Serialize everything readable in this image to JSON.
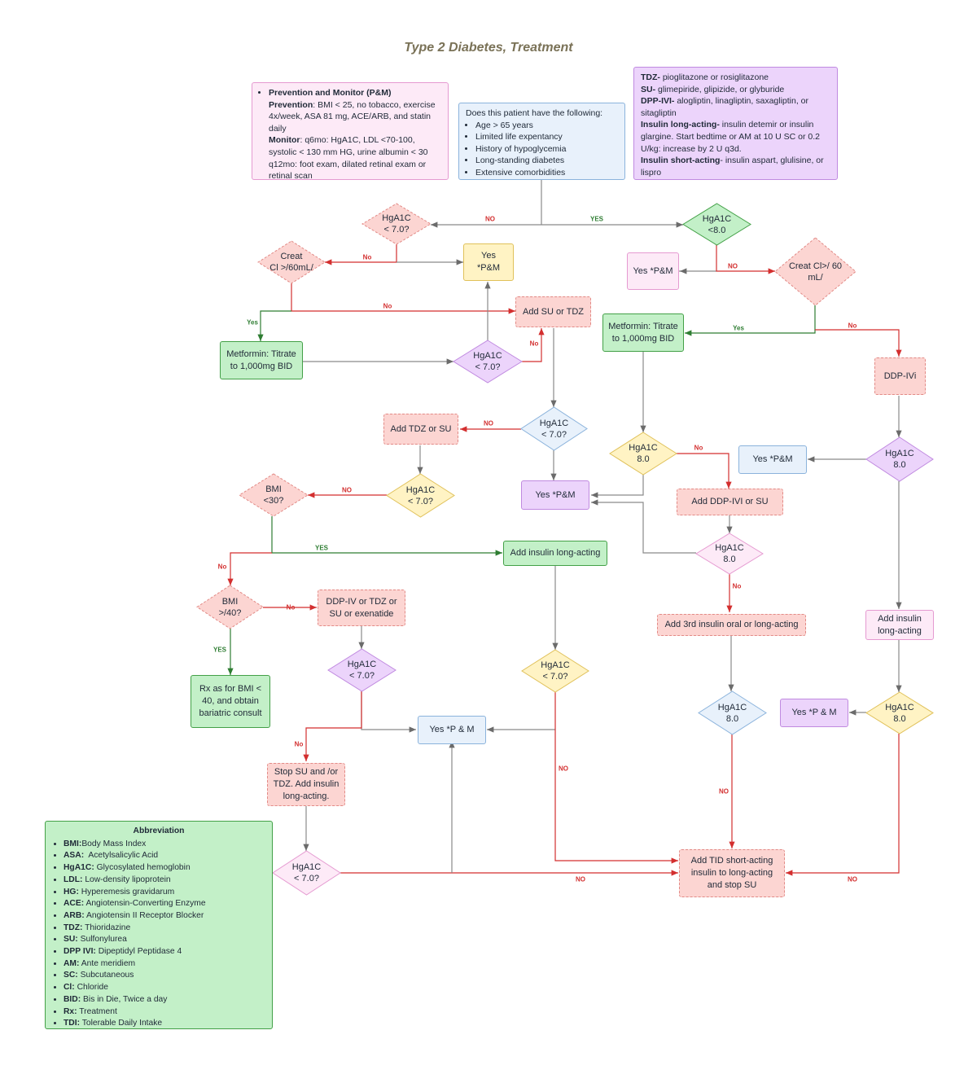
{
  "title": "Type 2 Diabetes, Treatment",
  "prevention_monitor": {
    "heading": "Prevention and Monitor (P&M)",
    "prevention_label": "Prevention",
    "prevention_text": ": BMI < 25, no tobacco, exercise 4x/week, ASA 81 mg, ACE/ARB, and statin daily",
    "monitor_label": "Monitor",
    "monitor_text": ": q6mo: HgA1C, LDL <70-100, systolic < 130 mm HG, urine albumin < 30 q12mo: foot exam, dilated retinal exam or retinal scan"
  },
  "patient_question": {
    "intro": "Does this patient have the following:",
    "items": [
      "Age > 65 years",
      "Limited life expentancy",
      "History of hypoglycemia",
      "Long-standing diabetes",
      "Extensive comorbidities"
    ]
  },
  "drug_legend": {
    "tdz_label": "TDZ-",
    "tdz_text": " pioglitazone or rosiglitazone",
    "su_label": "SU-",
    "su_text": " glimepiride, glipizide, or glyburide",
    "dpp_label": "DPP-IVI-",
    "dpp_text": " alogliptin, linagliptin, saxagliptin, or sitagliptin",
    "long_label": "Insulin long-acting-",
    "long_text": " insulin detemir or insulin glargine. Start bedtime or AM at 10 U SC or 0.2 U/kg: increase by 2 U q3d.",
    "short_label": "Insulin short-acting",
    "short_text": "- insulin aspart, glulisine, or lispro"
  },
  "nodes": {
    "d_left_top": "HgA1C\n< 7.0?",
    "d_right_top": "HgA1C\n<8.0",
    "d_creat_left": "Creat\nCl >/60mL/",
    "yes_pm_1": "Yes *P&M",
    "yes_pm_right": "Yes *P&M",
    "d_creat_right": "Creat Cl>/ 60\nmL/",
    "add_su_tdz": "Add SU or TDZ",
    "metformin_left": "Metformin: Titrate to 1,000mg BID",
    "metformin_right": "Metformin: Titrate to 1,000mg BID",
    "d_purple_mid": "HgA1C\n< 7.0?",
    "ddp_ivi": "DDP-IVi",
    "add_tdz_su": "Add TDZ or SU",
    "d_blue_mid": "HgA1C\n< 7.0?",
    "d_yellow_right": "HgA1C\n8.0",
    "yes_pm_blue_right": "Yes *P&M",
    "d_purple_right": "HgA1C\n8.0",
    "d_bmi30": "BMI\n<30?",
    "d_yellow_left": "HgA1C\n< 7.0?",
    "yes_pm_purple_center": "Yes *P&M",
    "add_ddp_su": "Add DDP-IVI or SU",
    "d_pink_center": "HgA1C\n8.0",
    "add_insulin_long_green": "Add insulin long-acting",
    "d_bmi40": "BMI\n>/40?",
    "ddp_tdz_su_exenatide": "DDP-IV or TDZ or SU or exenatide",
    "add_3rd_insulin": "Add 3rd insulin oral or long-acting",
    "add_insulin_long_pink": "Add insulin long-acting",
    "rx_bmi": "Rx as for BMI < 40, and obtain bariatric consult",
    "d_purple_lower": "HgA1C\n< 7.0?",
    "d_yellow_center": "HgA1C\n< 7.0?",
    "d_blue_right_lower": "HgA1C\n8.0",
    "yes_pm_purple_lower": "Yes *P & M",
    "d_yellow_right_lower": "HgA1C\n8.0",
    "yes_pm_blue_lower": "Yes *P & M",
    "stop_su_tdz": "Stop SU and /or TDZ. Add insulin long-acting.",
    "d_pink_bottom": "HgA1C\n< 7.0?",
    "add_tid": "Add TID short-acting insulin to long-acting and stop SU"
  },
  "edge_labels": {
    "no_top": "NO",
    "yes_top": "YES",
    "no_creat_left": "No",
    "no_right_a": "NO",
    "no_add_su": "No",
    "yes_left": "Yes",
    "no_purple": "No",
    "yes_right": "Yes",
    "no_ddp": "No",
    "no_tdz": "NO",
    "no_yellow_right": "No",
    "no_bmi30": "NO",
    "yes_bmi30": "YES",
    "no_bmi30_down": "No",
    "no_pink_center": "No",
    "no_bmi40": "No",
    "yes_bmi40": "YES",
    "no_purple_lower": "No",
    "no_yellow_center": "NO",
    "no_blue_lower": "NO",
    "no_bottom": "NO",
    "no_right_bottom": "NO"
  },
  "abbreviations": {
    "title": "Abbreviation",
    "items": [
      {
        "term": "BMI:",
        "def": "Body Mass Index"
      },
      {
        "term": "ASA:",
        "def": "  Acetylsalicylic Acid"
      },
      {
        "term": "HgA1C:",
        "def": " Glycosylated hemoglobin"
      },
      {
        "term": "LDL:",
        "def": " Low-density lipoprotein"
      },
      {
        "term": "HG:",
        "def": " Hyperemesis gravidarum"
      },
      {
        "term": "ACE:",
        "def": " Angiotensin-Converting Enzyme"
      },
      {
        "term": "ARB:",
        "def": " Angiotensin II Receptor Blocker"
      },
      {
        "term": "TDZ:",
        "def": " Thioridazine"
      },
      {
        "term": "SU:",
        "def": " Sulfonylurea"
      },
      {
        "term": "DPP IVI:",
        "def": " Dipeptidyl Peptidase 4"
      },
      {
        "term": "AM:",
        "def": " Ante meridiem"
      },
      {
        "term": "SC:",
        "def": " Subcutaneous"
      },
      {
        "term": "Cl:",
        "def": " Chloride"
      },
      {
        "term": "BID:",
        "def": " Bis in Die, Twice a day"
      },
      {
        "term": "Rx:",
        "def": " Treatment"
      },
      {
        "term": "TDI:",
        "def": " Tolerable Daily Intake"
      }
    ]
  },
  "colors": {
    "green_fill": "#c3f0c8",
    "red_fill": "#fcd5d2",
    "yellow_fill": "#fff3c4",
    "pink_fill": "#fdeaf7",
    "purple_fill": "#ecd4fb",
    "blue_fill": "#e8f1fb",
    "red_line": "#d32f2f",
    "green_line": "#2e7d32",
    "gray_line": "#8a8a8a"
  }
}
